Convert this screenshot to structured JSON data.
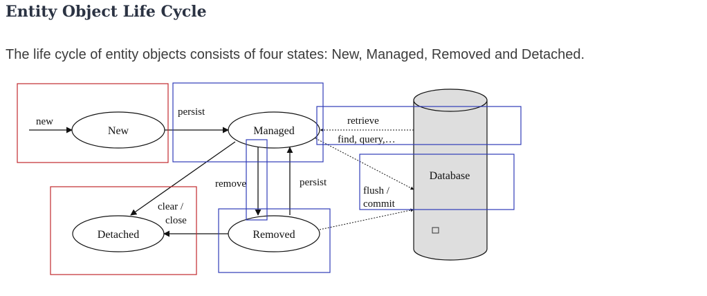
{
  "page": {
    "title": "Entity Object Life Cycle",
    "intro": "The life cycle of entity objects consists of four states: New, Managed, Removed and Detached."
  },
  "diagram": {
    "nodes": {
      "new": "New",
      "managed": "Managed",
      "removed": "Removed",
      "detached": "Detached",
      "database": "Database"
    },
    "edges": {
      "new": "new",
      "persist_top": "persist",
      "retrieve": "retrieve",
      "find_query": "find, query,…",
      "remove": "remove",
      "persist_back": "persist",
      "flush": "flush /",
      "commit": "commit",
      "clear": "clear /",
      "close": "close"
    },
    "colors": {
      "red_highlight": "#c0282d",
      "blue_highlight": "#2e3bb8",
      "database_fill": "#dedede",
      "line": "#111111"
    }
  }
}
